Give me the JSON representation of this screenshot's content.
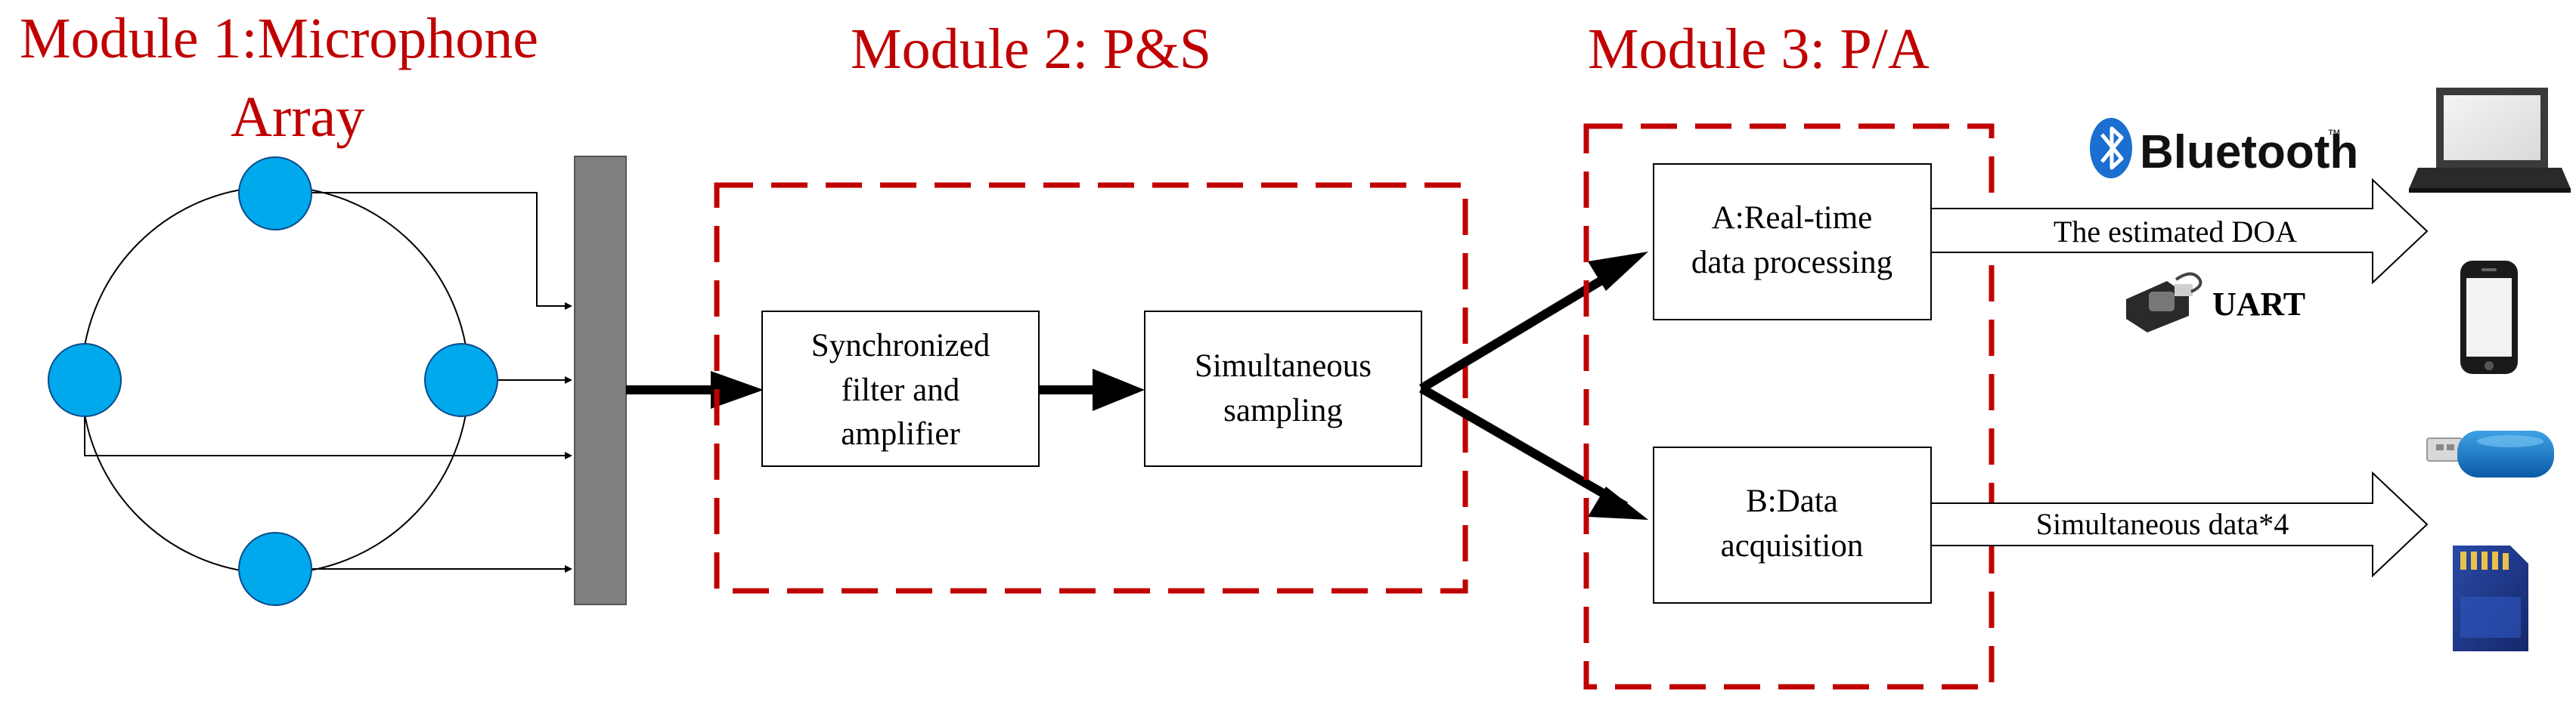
{
  "colors": {
    "title_red": "#c00000",
    "dashed_red": "#c00000",
    "mic_blue": "#00a8ec",
    "bus_gray": "#808080",
    "bluetooth_blue": "#1a6fd0"
  },
  "modules": {
    "m1_line1": "Module 1:Microphone",
    "m1_line2": "Array",
    "m2": "Module 2: P&S",
    "m3": "Module 3: P/A"
  },
  "boxes": {
    "filter": [
      "Synchronized",
      "filter and",
      "amplifier"
    ],
    "sampling": [
      "Simultaneous",
      "sampling"
    ],
    "realtime": [
      "A:Real-time",
      "data processing"
    ],
    "acquisition": [
      "B:Data",
      "acquisition"
    ]
  },
  "outputs": {
    "doa_label": "The estimated DOA",
    "data_label": "Simultaneous data*4"
  },
  "logos": {
    "bluetooth": "Bluetooth",
    "bluetooth_tm": "™",
    "uart": "UART"
  },
  "icons": [
    "bluetooth-icon",
    "uart-connector-icon",
    "laptop-icon",
    "smartphone-icon",
    "usb-drive-icon",
    "sd-card-icon"
  ]
}
